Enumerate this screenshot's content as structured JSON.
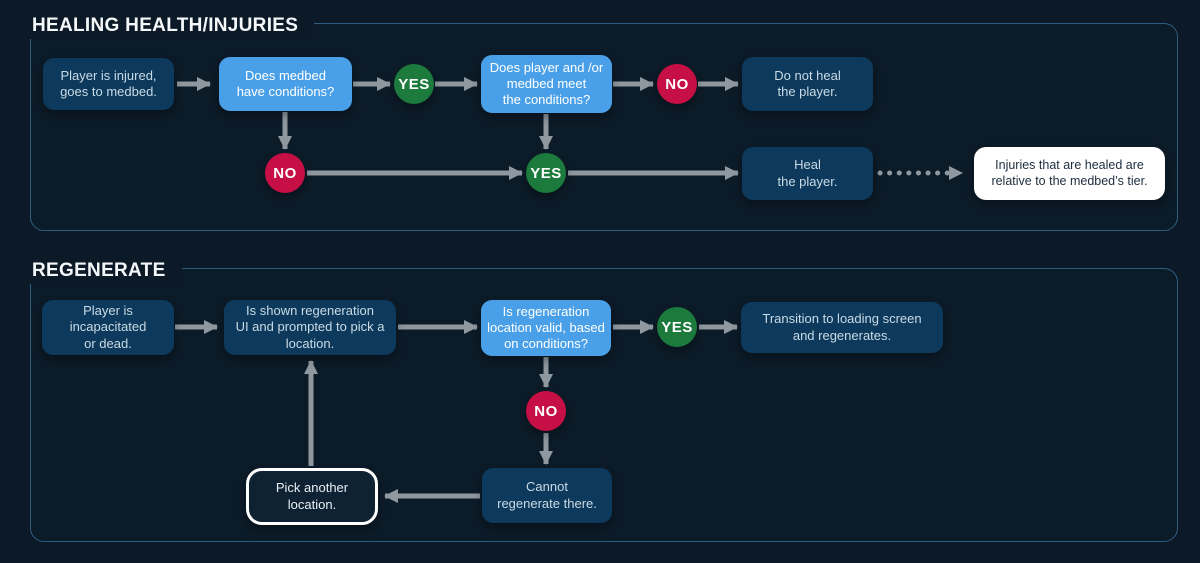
{
  "colors": {
    "background": "#0c1a27",
    "panel_border": "#2e5d82",
    "process_node": "#0d3a5c",
    "decision_node": "#4aa0e8",
    "yes_badge": "#1b7a3c",
    "no_badge": "#c60f45",
    "arrow": "#8f979f",
    "note_bg": "#ffffff",
    "note_text": "#1d2e3f"
  },
  "sections": [
    {
      "title": "HEALING HEALTH/INJURIES",
      "nodes": {
        "injured": "Player is injured,\ngoes to medbed.",
        "medbed_conditions": "Does medbed\nhave conditions?",
        "yes1": "YES",
        "meet_conditions": "Does player and /or\nmedbed meet\nthe conditions?",
        "no1": "NO",
        "do_not_heal": "Do not heal\nthe player.",
        "no2": "NO",
        "yes2": "YES",
        "heal": "Heal\nthe player.",
        "note": "Injuries that are healed are\nrelative to the medbed’s tier."
      }
    },
    {
      "title": "REGENERATE",
      "nodes": {
        "incapacitated": "Player is\nincapacitated\nor dead.",
        "regen_ui": "Is shown regeneration\nUI and prompted to pick a\nlocation.",
        "location_valid": "Is regeneration\nlocation valid, based\non conditions?",
        "yes3": "YES",
        "transition": "Transition to loading screen\nand regenerates.",
        "no3": "NO",
        "cannot_regen": "Cannot\nregenerate there.",
        "pick_another": "Pick another\nlocation."
      }
    }
  ]
}
